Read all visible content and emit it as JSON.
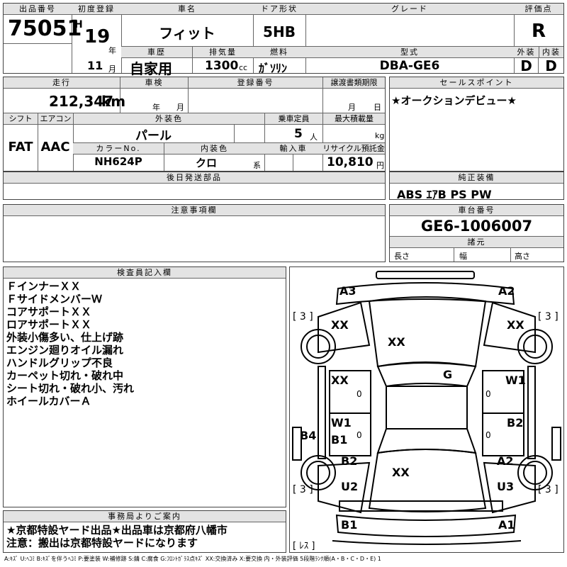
{
  "header": {
    "lot_label": "出品番号",
    "lot_no": "75051",
    "reg_label": "初度登録",
    "era": "H",
    "reg_year": "19",
    "year_unit": "年",
    "reg_month": "11",
    "month_unit": "月",
    "car_name_label": "車名",
    "car_name": "フィット",
    "history_label": "車歴",
    "history": "自家用",
    "displacement_label": "排気量",
    "displacement": "1300",
    "cc_unit": "cc",
    "door_label": "ドア形状",
    "door": "5HB",
    "fuel_label": "燃料",
    "fuel": "ｶﾞｿﾘﾝ",
    "grade_label": "グレード",
    "grade": "",
    "model_label": "型式",
    "model": "DBA-GE6",
    "score_label": "評価点",
    "score": "R",
    "ext_label": "外装",
    "ext": "D",
    "int_label": "内装",
    "int": "D"
  },
  "row2": {
    "mileage_label": "走行",
    "mileage": "212,347",
    "km_unit": "km",
    "inspection_label": "車検",
    "insp_year_unit": "年",
    "insp_month_unit": "月",
    "plate_label": "登録番号",
    "plate": "",
    "transfer_label": "譲渡書類期限",
    "transfer_month_unit": "月",
    "transfer_day_unit": "日",
    "shift_label": "シフト",
    "shift": "FAT",
    "ac_label": "エアコン",
    "ac": "AAC",
    "color_label": "外装色",
    "color": "パール",
    "capacity_label": "乗車定員",
    "capacity": "5",
    "person_unit": "人",
    "load_label": "最大積載量",
    "kg_unit": "kg",
    "color_no_label": "カラーNo.",
    "color_no": "NH624P",
    "int_color_label": "内装色",
    "int_color": "クロ",
    "series_unit": "系",
    "import_label": "輸入車",
    "recycle_label": "リサイクル預託金",
    "recycle": "10,810",
    "yen_unit": "円"
  },
  "sales_point": {
    "label": "セールスポイント",
    "text": "★オークションデビュー★"
  },
  "parts": {
    "label": "後日発送部品"
  },
  "equipment": {
    "label": "純正装備",
    "text": "ABS ｴｱB PS PW"
  },
  "notes": {
    "label": "注意事項欄"
  },
  "chassis": {
    "label": "車台番号",
    "value": "GE6-1006007"
  },
  "specs": {
    "label": "諸元",
    "length": "長さ",
    "width": "幅",
    "height": "高さ"
  },
  "inspector": {
    "label": "検査員記入欄",
    "lines": [
      "ＦインナーＸＸ",
      "ＦサイドメンバーＷ",
      "コアサポートＸＸ",
      "ロアサポートＸＸ",
      "外装小傷多い、仕上げ跡",
      "エンジン廻りオイル漏れ",
      "ハンドルグリップ不良",
      "カーペット切れ・破れ中",
      "シート切れ・破れ小、汚れ",
      "ホイールカバーＡ"
    ]
  },
  "office": {
    "label": "事務局よりご案内",
    "lines": [
      "★京都特設ヤード出品★出品車は京都府八幡市",
      "注意：搬出は京都特設ヤードになります"
    ]
  },
  "diagram": {
    "marks": {
      "a3": "A3",
      "a2_top": "A2",
      "tire_fl": "[ 3 ]",
      "tire_fr": "[ 3 ]",
      "tire_rl": "[ 3 ]",
      "tire_rr": "[ 3 ]",
      "xx_fl": "XX",
      "xx_fr": "XX",
      "xx_hood": "XX",
      "g": "G",
      "xx_door_fl": "XX",
      "w1_door_fr": "W1",
      "w1_door_rl": "W1",
      "b1_door_rl": "B1",
      "b2_door_rr": "B2",
      "b4": "B4",
      "b2_rl": "B2",
      "a2_rr": "A2",
      "xx_trunk": "XX",
      "u2": "U2",
      "u3": "U3",
      "b1_bottom": "B1",
      "a1_bottom": "A1",
      "zero_1": "0",
      "zero_2": "0",
      "zero_3": "0",
      "zero_4": "0",
      "res": "[ ﾚｽ ]"
    }
  },
  "legend": "A:ｷｽﾞ U:ﾍｺﾐ B:ｷｽﾞを伴うﾍｺﾐ P:要塗装 W:補修跡 S:錆 C:腐食 G:ﾌﾛﾝﾄｶﾞﾗｽ点ｷｽﾞ XX:交換済み X:要交換 内・外装評価 5段階ﾗﾝｸ順(A・B・C・D・E) 1"
}
